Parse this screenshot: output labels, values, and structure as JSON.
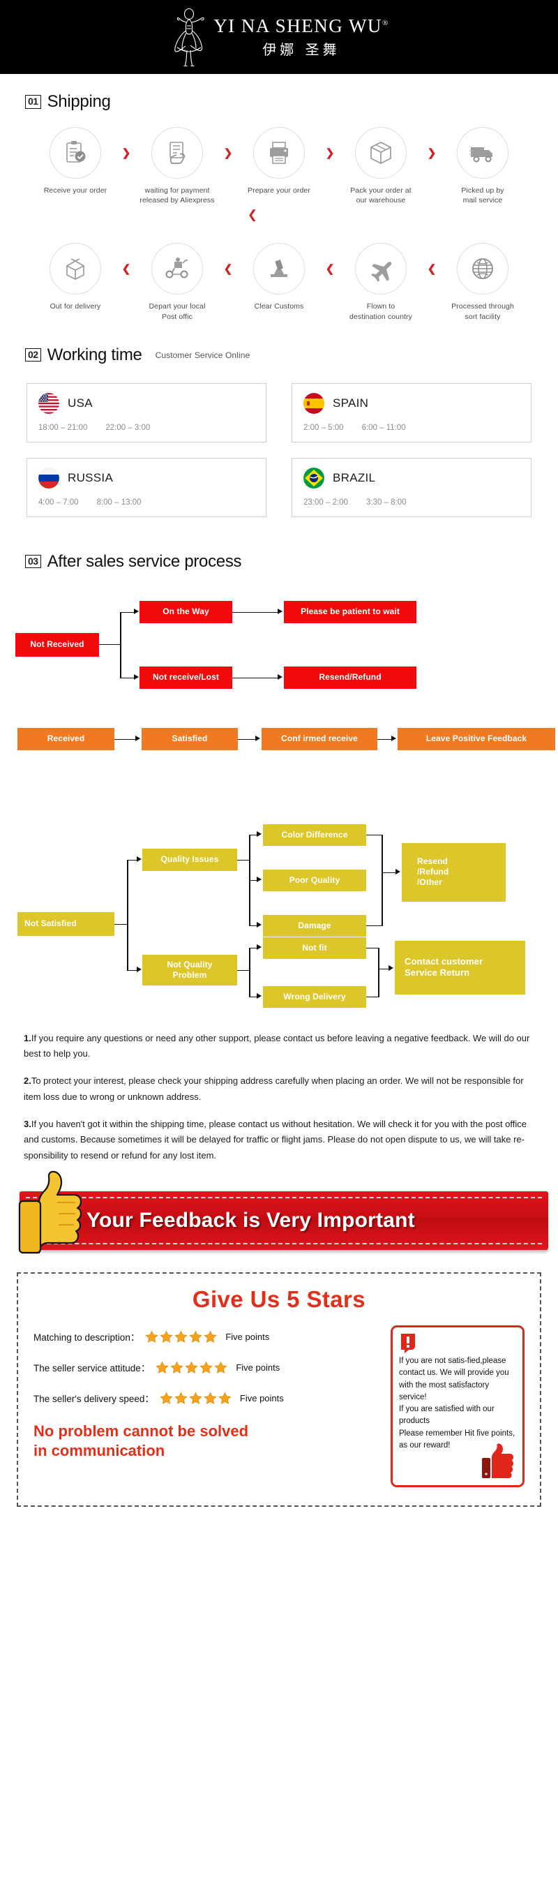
{
  "header": {
    "brand_en": "YI NA SHENG WU",
    "brand_reg": "®",
    "brand_cn": "伊娜 圣舞",
    "logo_icon": "dancer-logo-icon"
  },
  "shipping": {
    "number": "01",
    "title": "Shipping",
    "row1": [
      {
        "icon": "clipboard-check-icon",
        "label": "Receive your order"
      },
      {
        "icon": "payment-hand-icon",
        "label": "waiting for payment\nreleased by Aliexpress"
      },
      {
        "icon": "printer-icon",
        "label": "Prepare your order"
      },
      {
        "icon": "box-icon",
        "label": "Pack your order at\nour warehouse"
      },
      {
        "icon": "truck-icon",
        "label": "Picked up by\nmail service"
      }
    ],
    "row2": [
      {
        "icon": "open-box-icon",
        "label": "Out for delivery"
      },
      {
        "icon": "scooter-delivery-icon",
        "label": "Depart your local\nPost offic"
      },
      {
        "icon": "customs-stamp-icon",
        "label": "Clear Customs"
      },
      {
        "icon": "airplane-icon",
        "label": "Flown to\ndestination country"
      },
      {
        "icon": "globe-icon",
        "label": "Processed through\nsort facility"
      }
    ],
    "arrow_right": "❯",
    "arrow_left": "❮",
    "arrow_down": "❮",
    "arrow_color": "#cf2127"
  },
  "working_time": {
    "number": "02",
    "title": "Working time",
    "subtitle": "Customer Service Online",
    "cards": [
      {
        "flag": "flag-usa-icon",
        "country": "USA",
        "hours": [
          "18:00 – 21:00",
          "22:00 – 3:00"
        ]
      },
      {
        "flag": "flag-spain-icon",
        "country": "SPAIN",
        "hours": [
          "2:00 – 5:00",
          "6:00 – 11:00"
        ]
      },
      {
        "flag": "flag-russia-icon",
        "country": "RUSSIA",
        "hours": [
          "4:00 – 7:00",
          "8:00 – 13:00"
        ]
      },
      {
        "flag": "flag-brazil-icon",
        "country": "BRAZIL",
        "hours": [
          "23:00 – 2:00",
          "3:30 – 8:00"
        ]
      }
    ]
  },
  "after_sales": {
    "number": "03",
    "title": "After sales service process",
    "colors": {
      "red": "#f20a0a",
      "orange": "#f07a21",
      "yellow": "#dcc629"
    },
    "nodes": {
      "not_received": "Not Received",
      "on_the_way": "On the Way",
      "please_wait": "Please be patient to wait",
      "not_receive_lost": "Not receive/Lost",
      "resend_refund": "Resend/Refund",
      "received": "Received",
      "satisfied": "Satisfied",
      "confirmed_receive": "Conf irmed receive",
      "leave_positive_feedback": "Leave Positive Feedback",
      "not_satisfied": "Not Satisfied",
      "quality_issues": "Quality Issues",
      "color_difference": "Color Difference",
      "poor_quality": "Poor Quality",
      "damage": "Damage",
      "resend_refund_other": "Resend\n/Refund\n/Other",
      "not_quality_problem": "Not Quality\nProblem",
      "not_fit": "Not fit",
      "wrong_delivery": "Wrong Delivery",
      "contact_customer": "Contact customer\nService Return"
    }
  },
  "notes": [
    {
      "num": "1.",
      "text": "If you require any questions or need any other support, please contact us before leaving a negative feedback. We will do our best to help you."
    },
    {
      "num": "2.",
      "text": "To protect your interest, please check your shipping address carefully when placing an order. We will not be responsible for item loss due to wrong or unknown address."
    },
    {
      "num": "3.",
      "text": "If you haven't got it within the shipping time, please contact us without hesitation. We will check it for you with the post office and customs. Because sometimes it will be delayed for traffic or flight jams. Please do not open dispute to us, we will take re-sponsibility to resend or refund for any lost item."
    }
  ],
  "feedback_banner": {
    "text": "Your Feedback is Very Important",
    "icon": "thumbs-up-icon",
    "bg_color": "#d51019"
  },
  "stars_section": {
    "title": "Give Us 5 Stars",
    "title_color": "#e0301a",
    "ratings": [
      {
        "label": "Matching to description：",
        "stars": 5,
        "points": "Five points"
      },
      {
        "label": "The seller service attitude：",
        "stars": 5,
        "points": "Five points"
      },
      {
        "label": "The seller's delivery speed：",
        "stars": 5,
        "points": "Five points"
      }
    ],
    "slogan": "No problem cannot be solved\nin communication",
    "notice": {
      "icon": "exclamation-icon",
      "thumb_icon": "thumbs-up-red-icon",
      "text": "If you are not satis-fied,please contact us. We will provide you with the most satisfactory service!\nIf you are satisfied with our products\nPlease remember Hit five points, as our reward!"
    }
  }
}
